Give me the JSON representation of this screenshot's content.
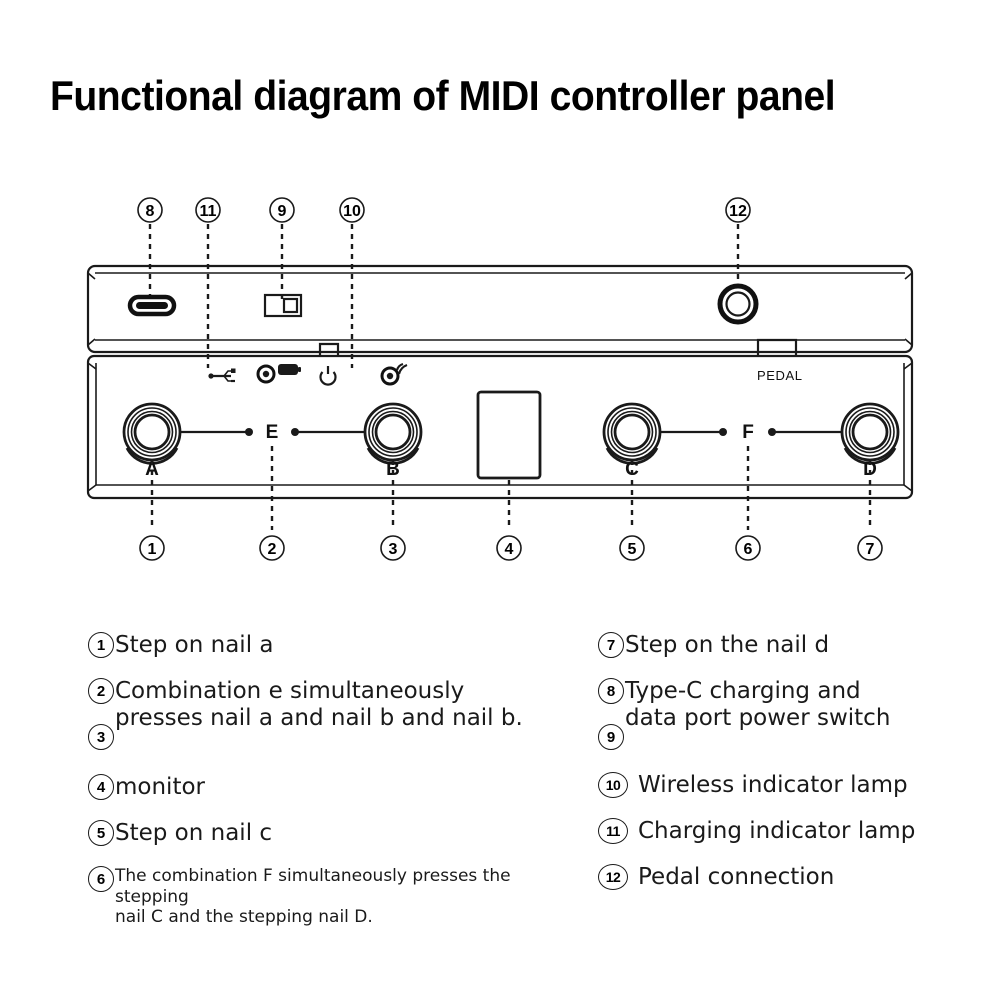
{
  "title": "Functional diagram of MIDI controller panel",
  "device": {
    "pedal_label": "PEDAL",
    "footswitches": [
      {
        "id": "A",
        "label": "A"
      },
      {
        "id": "B",
        "label": "B"
      },
      {
        "id": "C",
        "label": "C"
      },
      {
        "id": "D",
        "label": "D"
      }
    ],
    "combos": [
      {
        "id": "E",
        "label": "E"
      },
      {
        "id": "F",
        "label": "F"
      }
    ],
    "icons": [
      {
        "name": "usb-icon",
        "meaning": "USB data"
      },
      {
        "name": "charging-led-icon",
        "meaning": "Charging indicator"
      },
      {
        "name": "battery-icon",
        "meaning": "Battery"
      },
      {
        "name": "power-icon",
        "meaning": "Power"
      },
      {
        "name": "wireless-led-icon",
        "meaning": "Wireless indicator"
      },
      {
        "name": "usb-c-port-icon",
        "meaning": "Type-C port"
      },
      {
        "name": "power-switch-icon",
        "meaning": "Power switch"
      },
      {
        "name": "pedal-jack-icon",
        "meaning": "Pedal connection jack"
      }
    ]
  },
  "callouts_top": [
    {
      "number": "8"
    },
    {
      "number": "11"
    },
    {
      "number": "9"
    },
    {
      "number": "10"
    },
    {
      "number": "12"
    }
  ],
  "callouts_bottom": [
    {
      "number": "1"
    },
    {
      "number": "2"
    },
    {
      "number": "3"
    },
    {
      "number": "4"
    },
    {
      "number": "5"
    },
    {
      "number": "6"
    },
    {
      "number": "7"
    }
  ],
  "legend": {
    "left": [
      {
        "number": "1",
        "text": "Step on nail a"
      },
      {
        "number": "2",
        "text": "Combination e simultaneously\npresses nail a and nail b and nail b."
      },
      {
        "number": "3",
        "text": ""
      },
      {
        "number": "4",
        "text": "monitor"
      },
      {
        "number": "5",
        "text": "Step on nail c"
      },
      {
        "number": "6",
        "text": "The combination F simultaneously presses the stepping\nnail C and the stepping nail D."
      }
    ],
    "right": [
      {
        "number": "7",
        "text": "Step on the nail d"
      },
      {
        "number": "8",
        "text": "Type-C charging and\ndata port power switch"
      },
      {
        "number": "9",
        "text": ""
      },
      {
        "number": "10",
        "text": "Wireless indicator lamp"
      },
      {
        "number": "11",
        "text": "Charging indicator lamp"
      },
      {
        "number": "12",
        "text": "Pedal connection"
      }
    ]
  },
  "colors": {
    "line": "#1a1a1a",
    "text": "#111111",
    "background": "#ffffff"
  }
}
